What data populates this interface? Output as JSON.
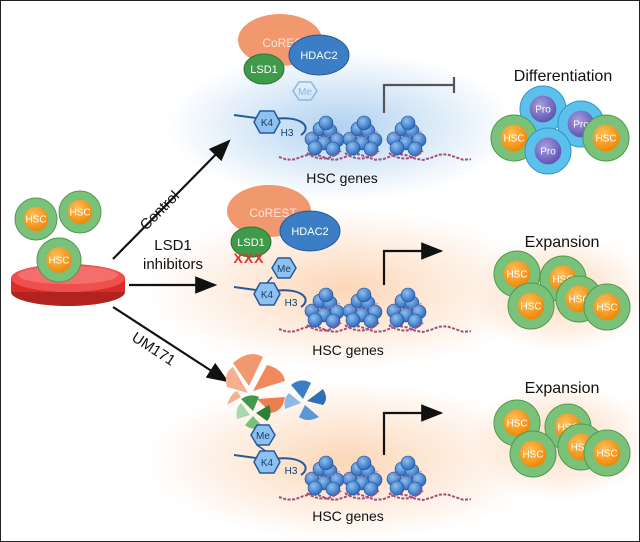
{
  "arrows": {
    "control": "Control",
    "lsd1_line1": "LSD1",
    "lsd1_line2": "inhibitors",
    "um171": "UM171"
  },
  "dish_cells": [
    "HSC",
    "HSC",
    "HSC"
  ],
  "panels": [
    {
      "id": "control",
      "complex": {
        "corest": "CoREST",
        "lsd1": "LSD1",
        "hdac2": "HDAC2"
      },
      "methyl": "Me",
      "k4": "K4",
      "h3": "H3",
      "genes": "HSC genes",
      "outcome": "Differentiation",
      "cells": [
        "Pro",
        "Pro",
        "HSC",
        "Pro",
        "HSC"
      ]
    },
    {
      "id": "lsd1-inhibitors",
      "complex": {
        "corest": "CoREST",
        "lsd1": "LSD1",
        "hdac2": "HDAC2"
      },
      "methyl": "Me",
      "k4": "K4",
      "h3": "H3",
      "inhibition_mark": "XXX",
      "genes": "HSC genes",
      "outcome": "Expansion",
      "cells": [
        "HSC",
        "HSC",
        "HSC",
        "HSC",
        "HSC"
      ]
    },
    {
      "id": "um171",
      "methyl": "Me",
      "k4": "K4",
      "h3": "H3",
      "genes": "HSC genes",
      "outcome": "Expansion",
      "cells": [
        "HSC",
        "HSC",
        "HSC",
        "HSC",
        "HSC"
      ]
    }
  ],
  "colors": {
    "corest": "#f2986f",
    "lsd1": "#3f9a4a",
    "hdac2": "#3b7ec5",
    "hsc_cell_outer": "#7ac27a",
    "hsc_cell_inner": "#f39200",
    "pro_cell_outer": "#5bc0eb",
    "pro_cell_inner": "#7a6fc4",
    "nucleosome": "#3b82d6",
    "dna": "#a0507a",
    "dish": "#e8312e",
    "glow_control": "#bcd9f2",
    "glow_expansion": "#fde0c8"
  }
}
